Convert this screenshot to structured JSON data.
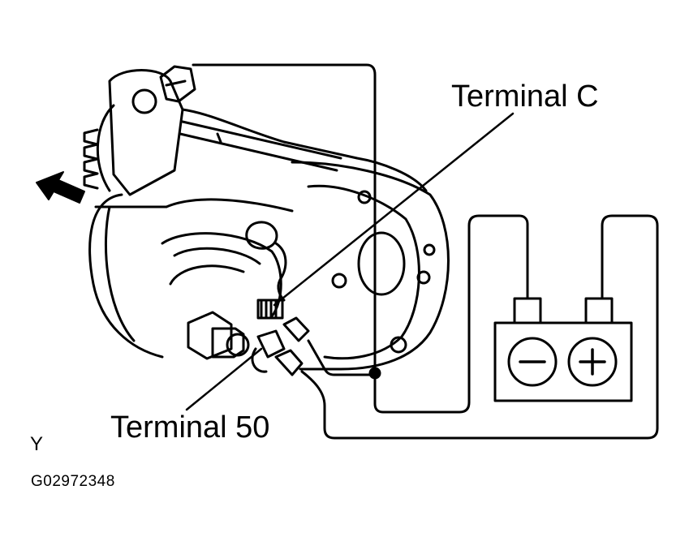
{
  "labels": {
    "terminal_c": "Terminal C",
    "terminal_50": "Terminal 50",
    "view_marker": "Y",
    "figure_code": "G02972348"
  },
  "battery": {
    "negative_symbol": "minus",
    "positive_symbol": "plus"
  },
  "colors": {
    "ink": "#000000",
    "background": "#ffffff"
  }
}
